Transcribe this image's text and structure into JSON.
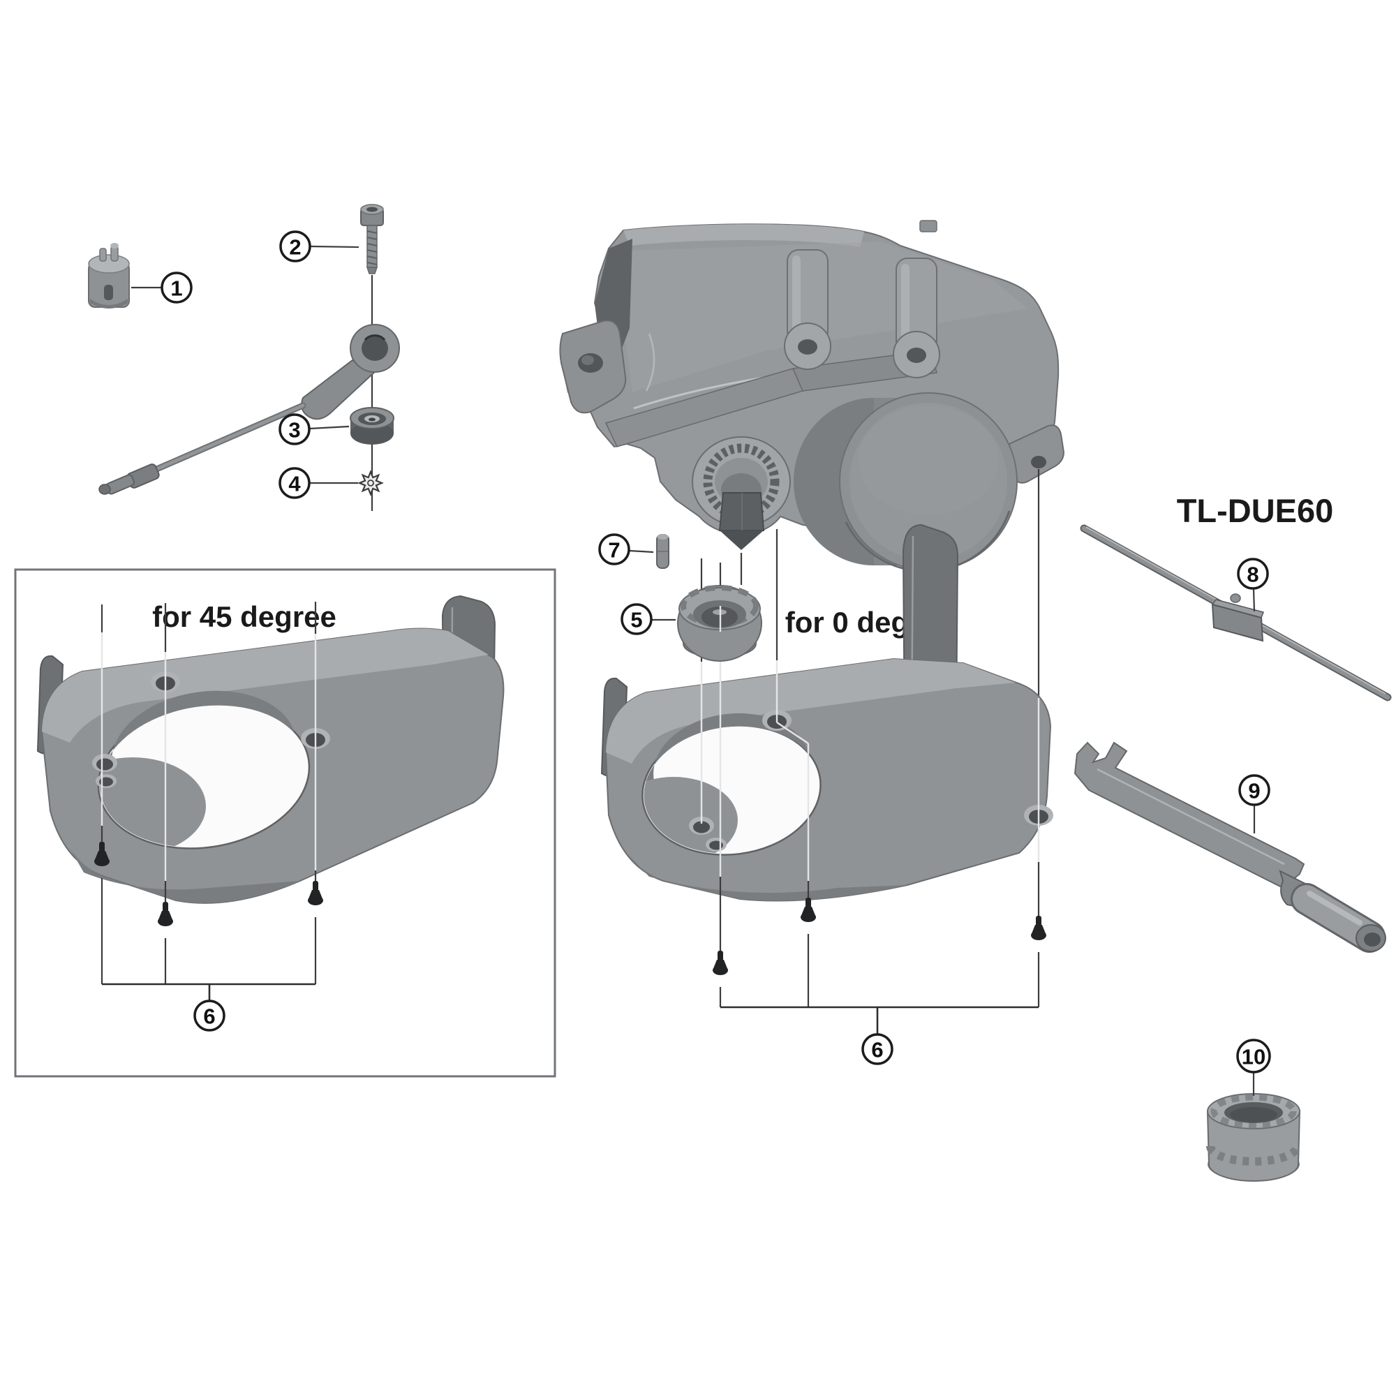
{
  "figure": {
    "tool_title": "TL-DUE60",
    "caption_left": "for 45 degree",
    "caption_right": "for 0 degree",
    "callouts": {
      "one": "1",
      "two": "2",
      "three": "3",
      "four": "4",
      "five": "5",
      "six_left": "6",
      "six_right": "6",
      "seven": "7",
      "eight": "8",
      "nine": "9",
      "ten": "10"
    },
    "icons": {
      "part1": "cable-end-unit-icon",
      "part2": "socket-bolt-icon",
      "part3": "bearing-icon",
      "part4": "star-washer-icon",
      "part5": "lock-ring-icon",
      "part6": "cover-fixing-screws-icon",
      "part7": "pin-icon",
      "part8": "rod-tool-icon",
      "part9": "pry-tool-icon",
      "part10": "lockring-tool-icon",
      "drive_unit": "drive-unit-icon",
      "cover_45": "mount-cover-45-icon",
      "cover_0": "mount-cover-0-icon"
    },
    "colors": {
      "background": "#ffffff",
      "part_mid": "#96999b",
      "part_light": "#b7babc",
      "part_dark": "#6b6e70",
      "part_darker": "#55585a",
      "leader_line": "#3c3c3c",
      "callout_stroke": "#1c1c1c",
      "box_border": "#70747a",
      "text": "#1a1a1a"
    }
  }
}
